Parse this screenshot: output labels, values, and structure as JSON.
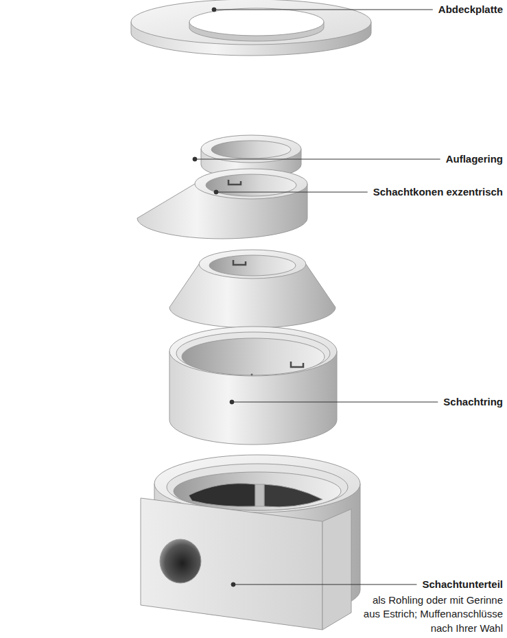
{
  "diagram": {
    "labels": [
      "Abdeckplatte",
      "Auflagering",
      "Schachtkonen exzentrisch",
      "Schachtring",
      "Schachtunterteil",
      "als Rohling oder mit Gerinne aus Estrich; Muffenanschlüsse nach Ihrer Wahl"
    ]
  }
}
